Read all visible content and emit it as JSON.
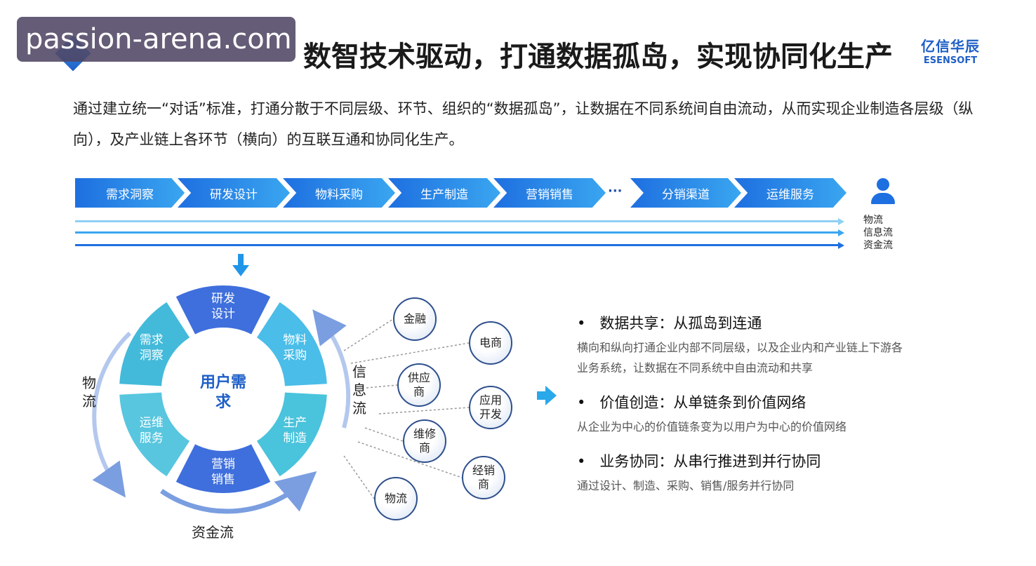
{
  "watermark": "passion-arena.com",
  "title": "数智技术驱动，打通数据孤岛，实现协同化生产",
  "logo": {
    "cn": "亿信华辰",
    "en": "ESENSOFT"
  },
  "intro": "通过建立统一“对话”标准，打通分散于不同层级、环节、组织的“数据孤岛”，让数据在不同系统间自由流动，从而实现企业制造各层级（纵向），及产业链上各环节（横向）的互联互通和协同化生产。",
  "chain": [
    "需求洞察",
    "研发设计",
    "物料采购",
    "生产制造",
    "营销销售",
    "分销渠道",
    "运维服务"
  ],
  "ellipsis": "···",
  "flows": [
    "物流",
    "信息流",
    "资金流"
  ],
  "ring": {
    "center": "用户需求",
    "segments": [
      "研发设计",
      "物料采购",
      "生产制造",
      "营销销售",
      "运维服务",
      "需求洞察"
    ],
    "left_label": "物流",
    "bottom_label": "资金流",
    "right_label": "信息流"
  },
  "partners": [
    "金融",
    "电商",
    "供应商",
    "应用开发",
    "维修商",
    "经销商",
    "物流"
  ],
  "points": [
    {
      "title": "数据共享：从孤岛到连通",
      "desc": "横向和纵向打通企业内部不同层级，以及企业内和产业链上下游各业务系统，让数据在不同系统中自由流动和共享"
    },
    {
      "title": "价值创造：从单链条到价值网络",
      "desc": "从企业为中心的价值链条变为以用户为中心的价值网络"
    },
    {
      "title": "业务协同：从串行推进到并行协同",
      "desc": "通过设计、制造、采购、销售/服务并行协同"
    }
  ],
  "bullet": "•",
  "colors": {
    "primary": "#1e6fe0",
    "light": "#3aa6f0",
    "teal": "#2bb8d8"
  }
}
